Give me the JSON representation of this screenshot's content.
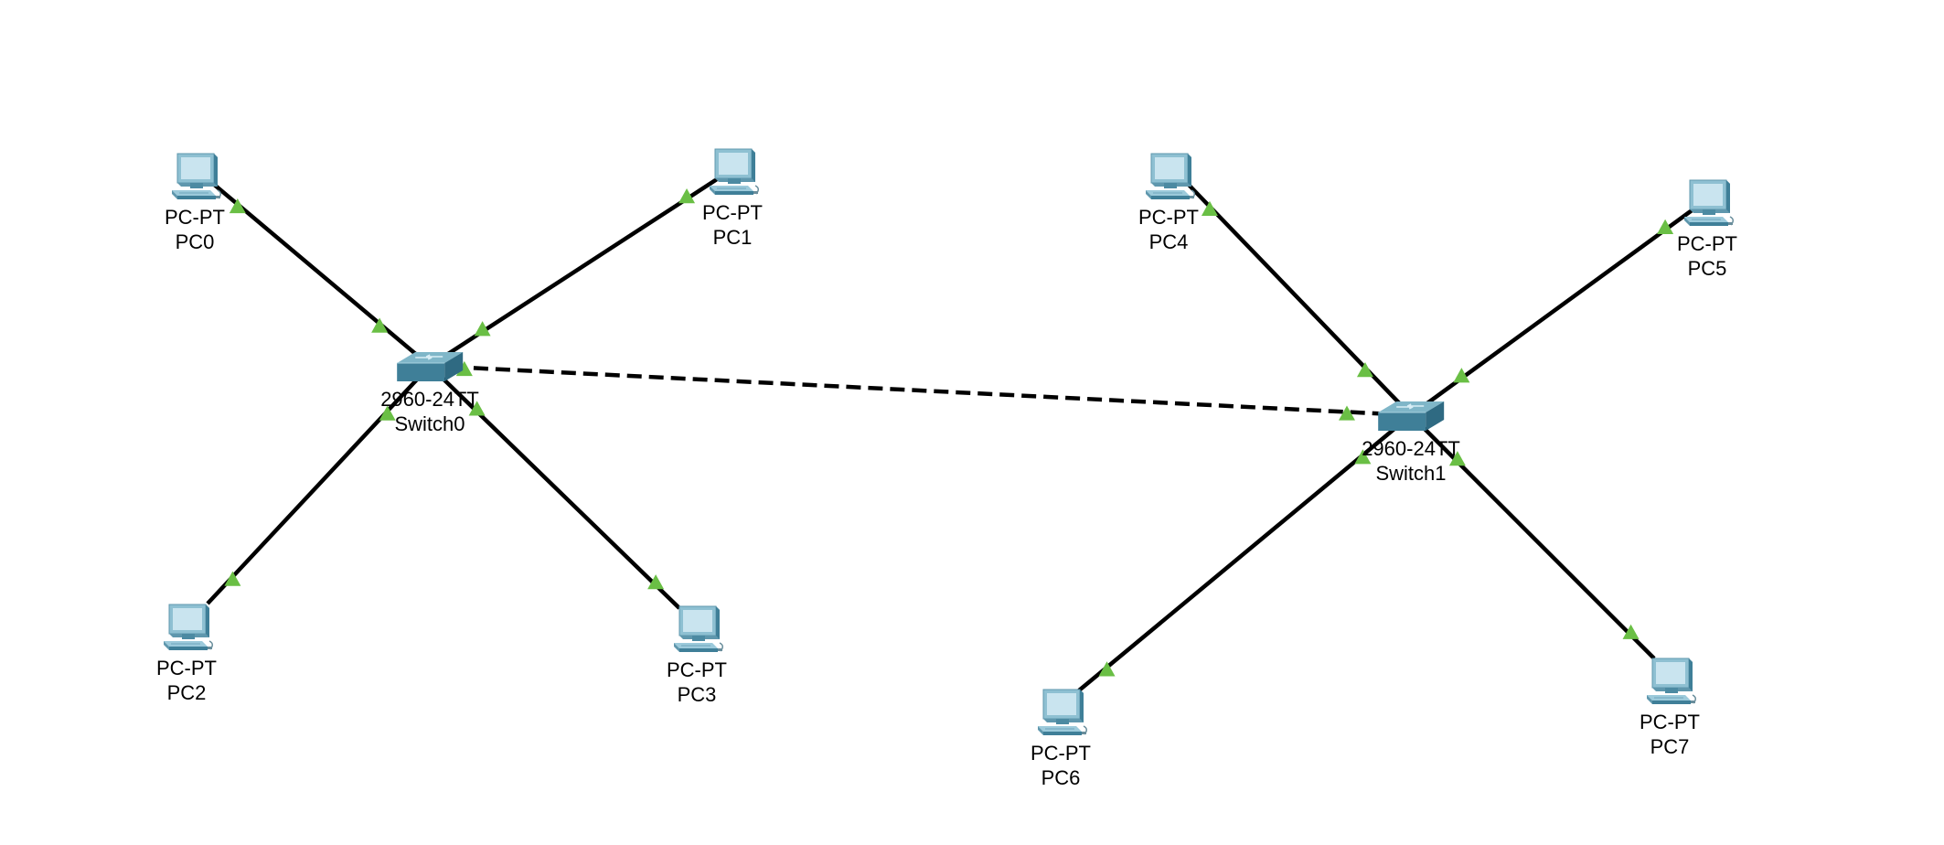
{
  "topology": {
    "devices": [
      {
        "id": "PC0",
        "type": "pc",
        "model": "PC-PT",
        "name": "PC0",
        "icon": "pc-icon"
      },
      {
        "id": "PC1",
        "type": "pc",
        "model": "PC-PT",
        "name": "PC1",
        "icon": "pc-icon"
      },
      {
        "id": "PC2",
        "type": "pc",
        "model": "PC-PT",
        "name": "PC2",
        "icon": "pc-icon"
      },
      {
        "id": "PC3",
        "type": "pc",
        "model": "PC-PT",
        "name": "PC3",
        "icon": "pc-icon"
      },
      {
        "id": "PC4",
        "type": "pc",
        "model": "PC-PT",
        "name": "PC4",
        "icon": "pc-icon"
      },
      {
        "id": "PC5",
        "type": "pc",
        "model": "PC-PT",
        "name": "PC5",
        "icon": "pc-icon"
      },
      {
        "id": "PC6",
        "type": "pc",
        "model": "PC-PT",
        "name": "PC6",
        "icon": "pc-icon"
      },
      {
        "id": "PC7",
        "type": "pc",
        "model": "PC-PT",
        "name": "PC7",
        "icon": "pc-icon"
      },
      {
        "id": "Switch0",
        "type": "switch",
        "model": "2960-24TT",
        "name": "Switch0",
        "icon": "switch-icon"
      },
      {
        "id": "Switch1",
        "type": "switch",
        "model": "2960-24TT",
        "name": "Switch1",
        "icon": "switch-icon"
      }
    ],
    "links": [
      {
        "from": "PC0",
        "to": "Switch0",
        "cable": "straight-through",
        "status": "up"
      },
      {
        "from": "PC1",
        "to": "Switch0",
        "cable": "straight-through",
        "status": "up"
      },
      {
        "from": "PC2",
        "to": "Switch0",
        "cable": "straight-through",
        "status": "up"
      },
      {
        "from": "PC3",
        "to": "Switch0",
        "cable": "straight-through",
        "status": "up"
      },
      {
        "from": "PC4",
        "to": "Switch1",
        "cable": "straight-through",
        "status": "up"
      },
      {
        "from": "PC5",
        "to": "Switch1",
        "cable": "straight-through",
        "status": "up"
      },
      {
        "from": "PC6",
        "to": "Switch1",
        "cable": "straight-through",
        "status": "up"
      },
      {
        "from": "PC7",
        "to": "Switch1",
        "cable": "straight-through",
        "status": "up"
      },
      {
        "from": "Switch0",
        "to": "Switch1",
        "cable": "crossover",
        "status": "up"
      }
    ]
  },
  "colors": {
    "link": "#000000",
    "link_up_indicator": "#6abf45",
    "pc_body": "#5f97ad",
    "pc_screen": "#c9e4ef",
    "switch_top": "#7fb6c8",
    "switch_side": "#3f7f98"
  }
}
